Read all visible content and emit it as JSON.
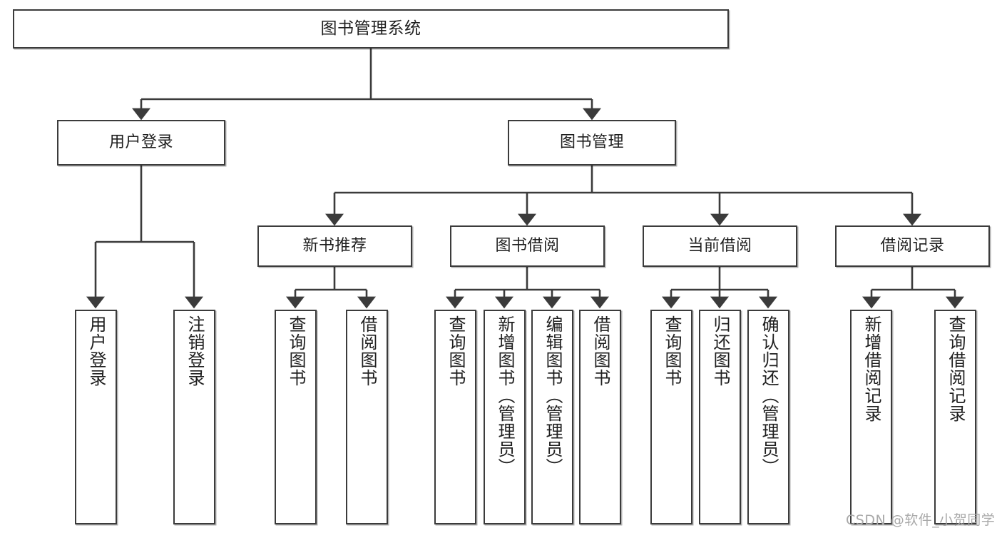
{
  "diagram": {
    "title_node": {
      "label": "图书管理系统"
    },
    "level2": [
      {
        "id": "user-login",
        "label": "用户登录"
      },
      {
        "id": "book-management",
        "label": "图书管理"
      }
    ],
    "level3": [
      {
        "id": "new-book-recommend",
        "label": "新书推荐"
      },
      {
        "id": "book-borrow",
        "label": "图书借阅"
      },
      {
        "id": "current-borrow",
        "label": "当前借阅"
      },
      {
        "id": "borrow-record",
        "label": "借阅记录"
      }
    ],
    "leaves": [
      {
        "id": "leaf-user-login",
        "label": "用户登录"
      },
      {
        "id": "leaf-logout-login",
        "label": "注销登录"
      },
      {
        "id": "leaf-query-book-1",
        "label": "查询图书"
      },
      {
        "id": "leaf-borrow-book-1",
        "label": "借阅图书"
      },
      {
        "id": "leaf-query-book-2",
        "label": "查询图书"
      },
      {
        "id": "leaf-add-book",
        "label": "新增图书（管理员）"
      },
      {
        "id": "leaf-edit-book",
        "label": "编辑图书（管理员）"
      },
      {
        "id": "leaf-borrow-book-2",
        "label": "借阅图书"
      },
      {
        "id": "leaf-query-book-3",
        "label": "查询图书"
      },
      {
        "id": "leaf-return-book",
        "label": "归还图书"
      },
      {
        "id": "leaf-confirm-return",
        "label": "确认归还（管理员）"
      },
      {
        "id": "leaf-add-record",
        "label": "新增借阅记录"
      },
      {
        "id": "leaf-query-record",
        "label": "查询借阅记录"
      }
    ],
    "watermark": {
      "text": "CSDN @软件_小贺同学"
    },
    "colors": {
      "stroke": "#3b3b3b",
      "text": "#1f1f1f",
      "background": "#ffffff",
      "watermark": "#a9a9a9"
    }
  }
}
